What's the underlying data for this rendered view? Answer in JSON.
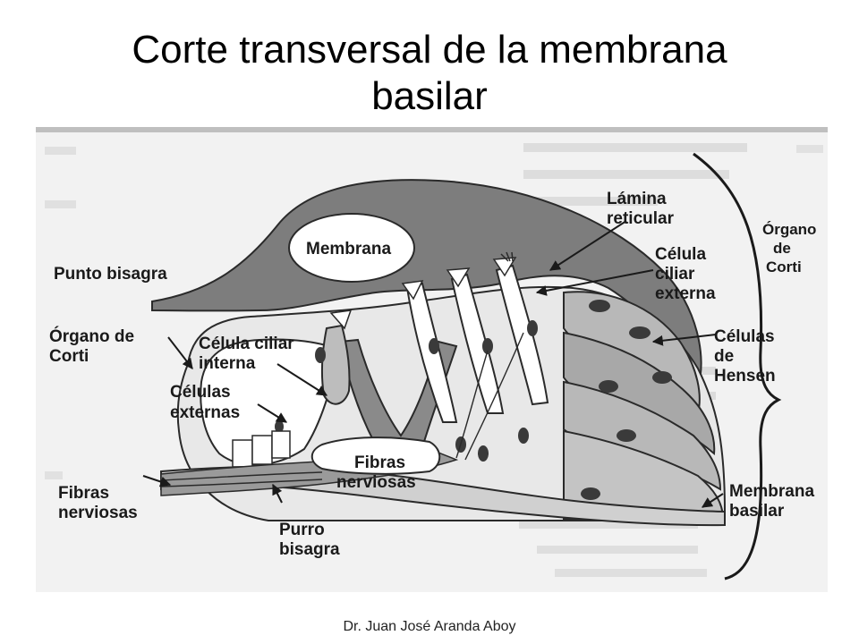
{
  "slide": {
    "title_line1": "Corte transversal de la membrana",
    "title_line2": "basilar",
    "footer": "Dr. Juan José Aranda Aboy"
  },
  "figure": {
    "labels": {
      "membrana": "Membrana",
      "punto_bisagra": "Punto bisagra",
      "organo_corti_left_1": "Órgano de",
      "organo_corti_left_2": "Corti",
      "celula_ciliar_interna_1": "Célula ciliar",
      "celula_ciliar_interna_2": "interna",
      "celulas_externas_1": "Células",
      "celulas_externas_2": "externas",
      "fibras_nerviosas_left_1": "Fibras",
      "fibras_nerviosas_left_2": "nerviosas",
      "fibras_nerviosas_center_1": "Fibras",
      "fibras_nerviosas_center_2": "nerviosas",
      "purro_bisagra_1": "Purro",
      "purro_bisagra_2": "bisagra",
      "lamina_reticular_1": "Lámina",
      "lamina_reticular_2": "reticular",
      "celula_ciliar_externa_1": "Célula",
      "celula_ciliar_externa_2": "ciliar",
      "celula_ciliar_externa_3": "externa",
      "celulas_hensen_1": "Células",
      "celulas_hensen_2": "de",
      "celulas_hensen_3": "Hensen",
      "organo_corti_right_1": "Órgano",
      "organo_corti_right_2": "de",
      "organo_corti_right_3": "Corti",
      "membrana_basilar_1": "Membrana",
      "membrana_basilar_2": "basilar"
    },
    "colors": {
      "tectorial": "#7d7d7d",
      "tissue_dark": "#8a8a8a",
      "tissue_mid": "#b8b8b8",
      "tissue_light": "#d9d9d9",
      "outline": "#2a2a2a",
      "nucleus": "#3a3a3a",
      "paper": "#f2f2f2"
    }
  }
}
